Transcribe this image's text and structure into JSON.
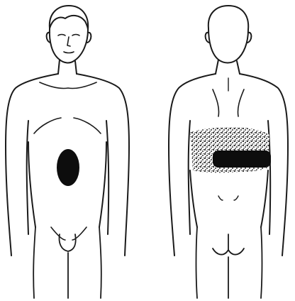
{
  "colors": {
    "line": "#1a1a1a",
    "fill_dark": "#0d0d0d",
    "fill_stipple": "#4a4a4a",
    "background": "#ffffff"
  },
  "figures": [
    {
      "view": "anterior",
      "pain_region": "epigastric-umbilical-spot"
    },
    {
      "view": "posterior",
      "pain_region": "lumbar-band"
    }
  ]
}
